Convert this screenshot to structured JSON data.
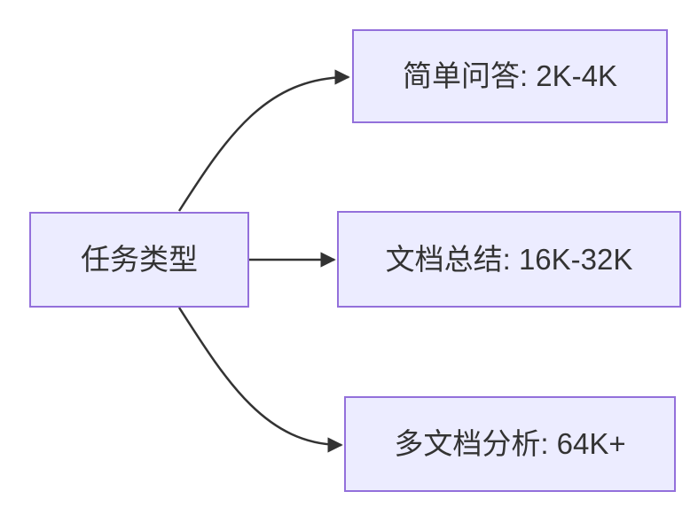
{
  "colors": {
    "background": "#ffffff",
    "node_fill": "#ECECFF",
    "node_border": "#9370DB",
    "edge_color": "#333333",
    "text_color": "#333333"
  },
  "diagram": {
    "type": "flowchart-left-to-right",
    "root": {
      "label": "任务类型"
    },
    "branches": [
      {
        "label": "简单问答: 2K-4K"
      },
      {
        "label": "文档总结: 16K-32K"
      },
      {
        "label": "多文档分析: 64K+"
      }
    ],
    "edges": [
      {
        "from": "任务类型",
        "to": "简单问答: 2K-4K"
      },
      {
        "from": "任务类型",
        "to": "文档总结: 16K-32K"
      },
      {
        "from": "任务类型",
        "to": "多文档分析: 64K+"
      }
    ]
  }
}
